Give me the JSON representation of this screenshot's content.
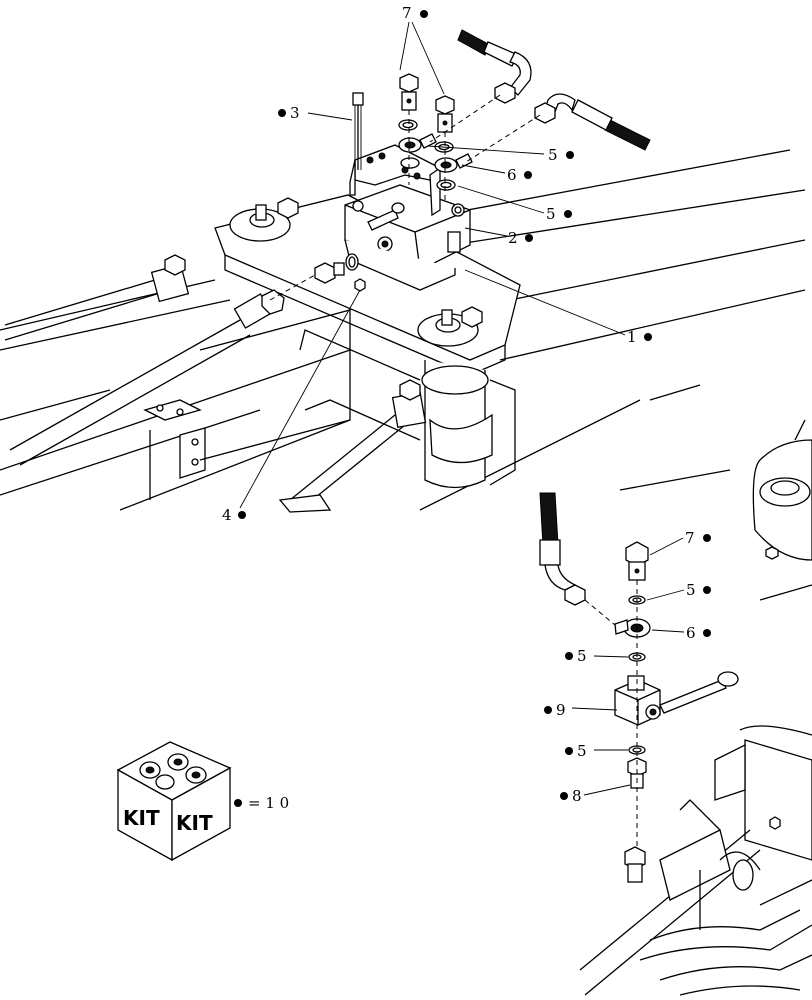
{
  "callouts": {
    "c7_top": "7",
    "c3": "3",
    "c5_a": "5",
    "c6_a": "6",
    "c5_b": "5",
    "c2": "2",
    "c1": "1",
    "c4": "4",
    "c7_bottom": "7",
    "c5_c": "5",
    "c6_b": "6",
    "c5_d": "5",
    "c9": "9",
    "c5_e": "5",
    "c8": "8"
  },
  "kit": {
    "label_left": "KIT",
    "label_right": "KIT",
    "legend": "= 1 0"
  },
  "colors": {
    "line": "#000000",
    "background": "#ffffff"
  }
}
